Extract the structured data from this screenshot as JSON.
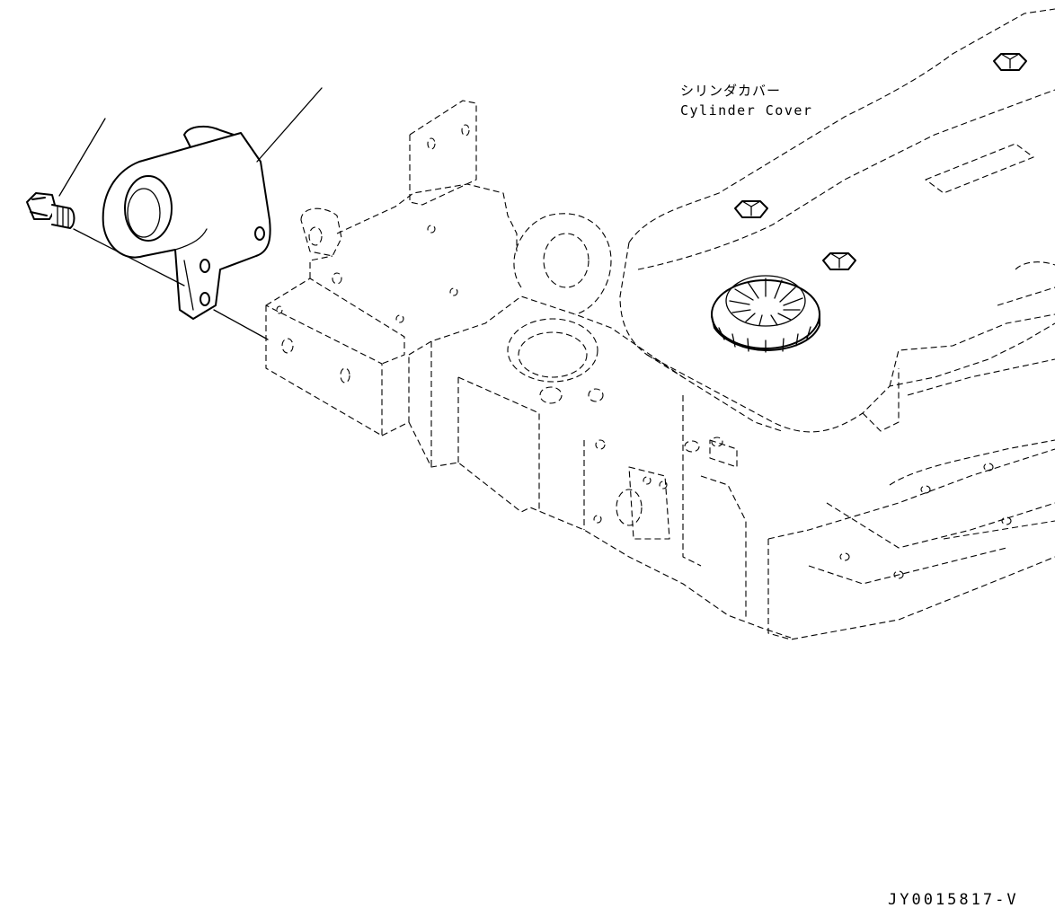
{
  "labels": {
    "cylinder_cover_jp": "シリンダカバー",
    "cylinder_cover_en": "Cylinder Cover"
  },
  "drawing_id": "JY0015817-V"
}
